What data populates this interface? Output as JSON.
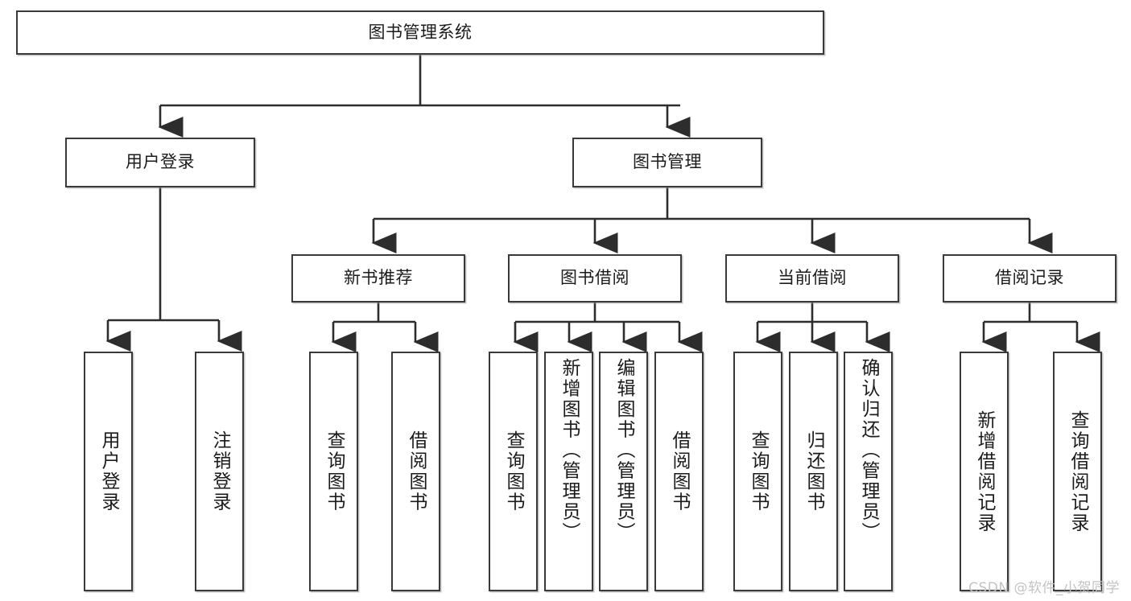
{
  "diagram": {
    "title": "图书管理系统",
    "type": "hierarchy-tree",
    "watermark": "CSDN @软件_小贺同学",
    "colors": {
      "background": "#ffffff",
      "box_border": "#3a3a3a",
      "box_fill": "#ffffff",
      "text": "#1b1b1b",
      "connector": "#2d2d2d",
      "watermark": "#c3c3c3"
    },
    "nodes": {
      "root": {
        "label": "图书管理系统"
      },
      "level2": [
        {
          "id": "user-login",
          "label": "用户登录"
        },
        {
          "id": "book-manage",
          "label": "图书管理"
        }
      ],
      "level3": [
        {
          "id": "new-book-recommend",
          "label": "新书推荐"
        },
        {
          "id": "book-borrow",
          "label": "图书借阅"
        },
        {
          "id": "current-borrow",
          "label": "当前借阅"
        },
        {
          "id": "borrow-record",
          "label": "借阅记录"
        }
      ],
      "leaves": {
        "user-login": [
          {
            "id": "leaf-user-login",
            "label": "用户登录"
          },
          {
            "id": "leaf-logout-login",
            "label": "注销登录"
          }
        ],
        "new-book-recommend": [
          {
            "id": "leaf-query-book-1",
            "label": "查询图书"
          },
          {
            "id": "leaf-borrow-book-1",
            "label": "借阅图书"
          }
        ],
        "book-borrow": [
          {
            "id": "leaf-query-book-2",
            "label": "查询图书"
          },
          {
            "id": "leaf-add-book",
            "label": "新增图书（管理员）"
          },
          {
            "id": "leaf-edit-book",
            "label": "编辑图书（管理员）"
          },
          {
            "id": "leaf-borrow-book-2",
            "label": "借阅图书"
          }
        ],
        "current-borrow": [
          {
            "id": "leaf-query-book-3",
            "label": "查询图书"
          },
          {
            "id": "leaf-return-book",
            "label": "归还图书"
          },
          {
            "id": "leaf-confirm-return",
            "label": "确认归还（管理员）"
          }
        ],
        "borrow-record": [
          {
            "id": "leaf-add-record",
            "label": "新增借阅记录"
          },
          {
            "id": "leaf-query-record",
            "label": "查询借阅记录"
          }
        ]
      }
    }
  }
}
